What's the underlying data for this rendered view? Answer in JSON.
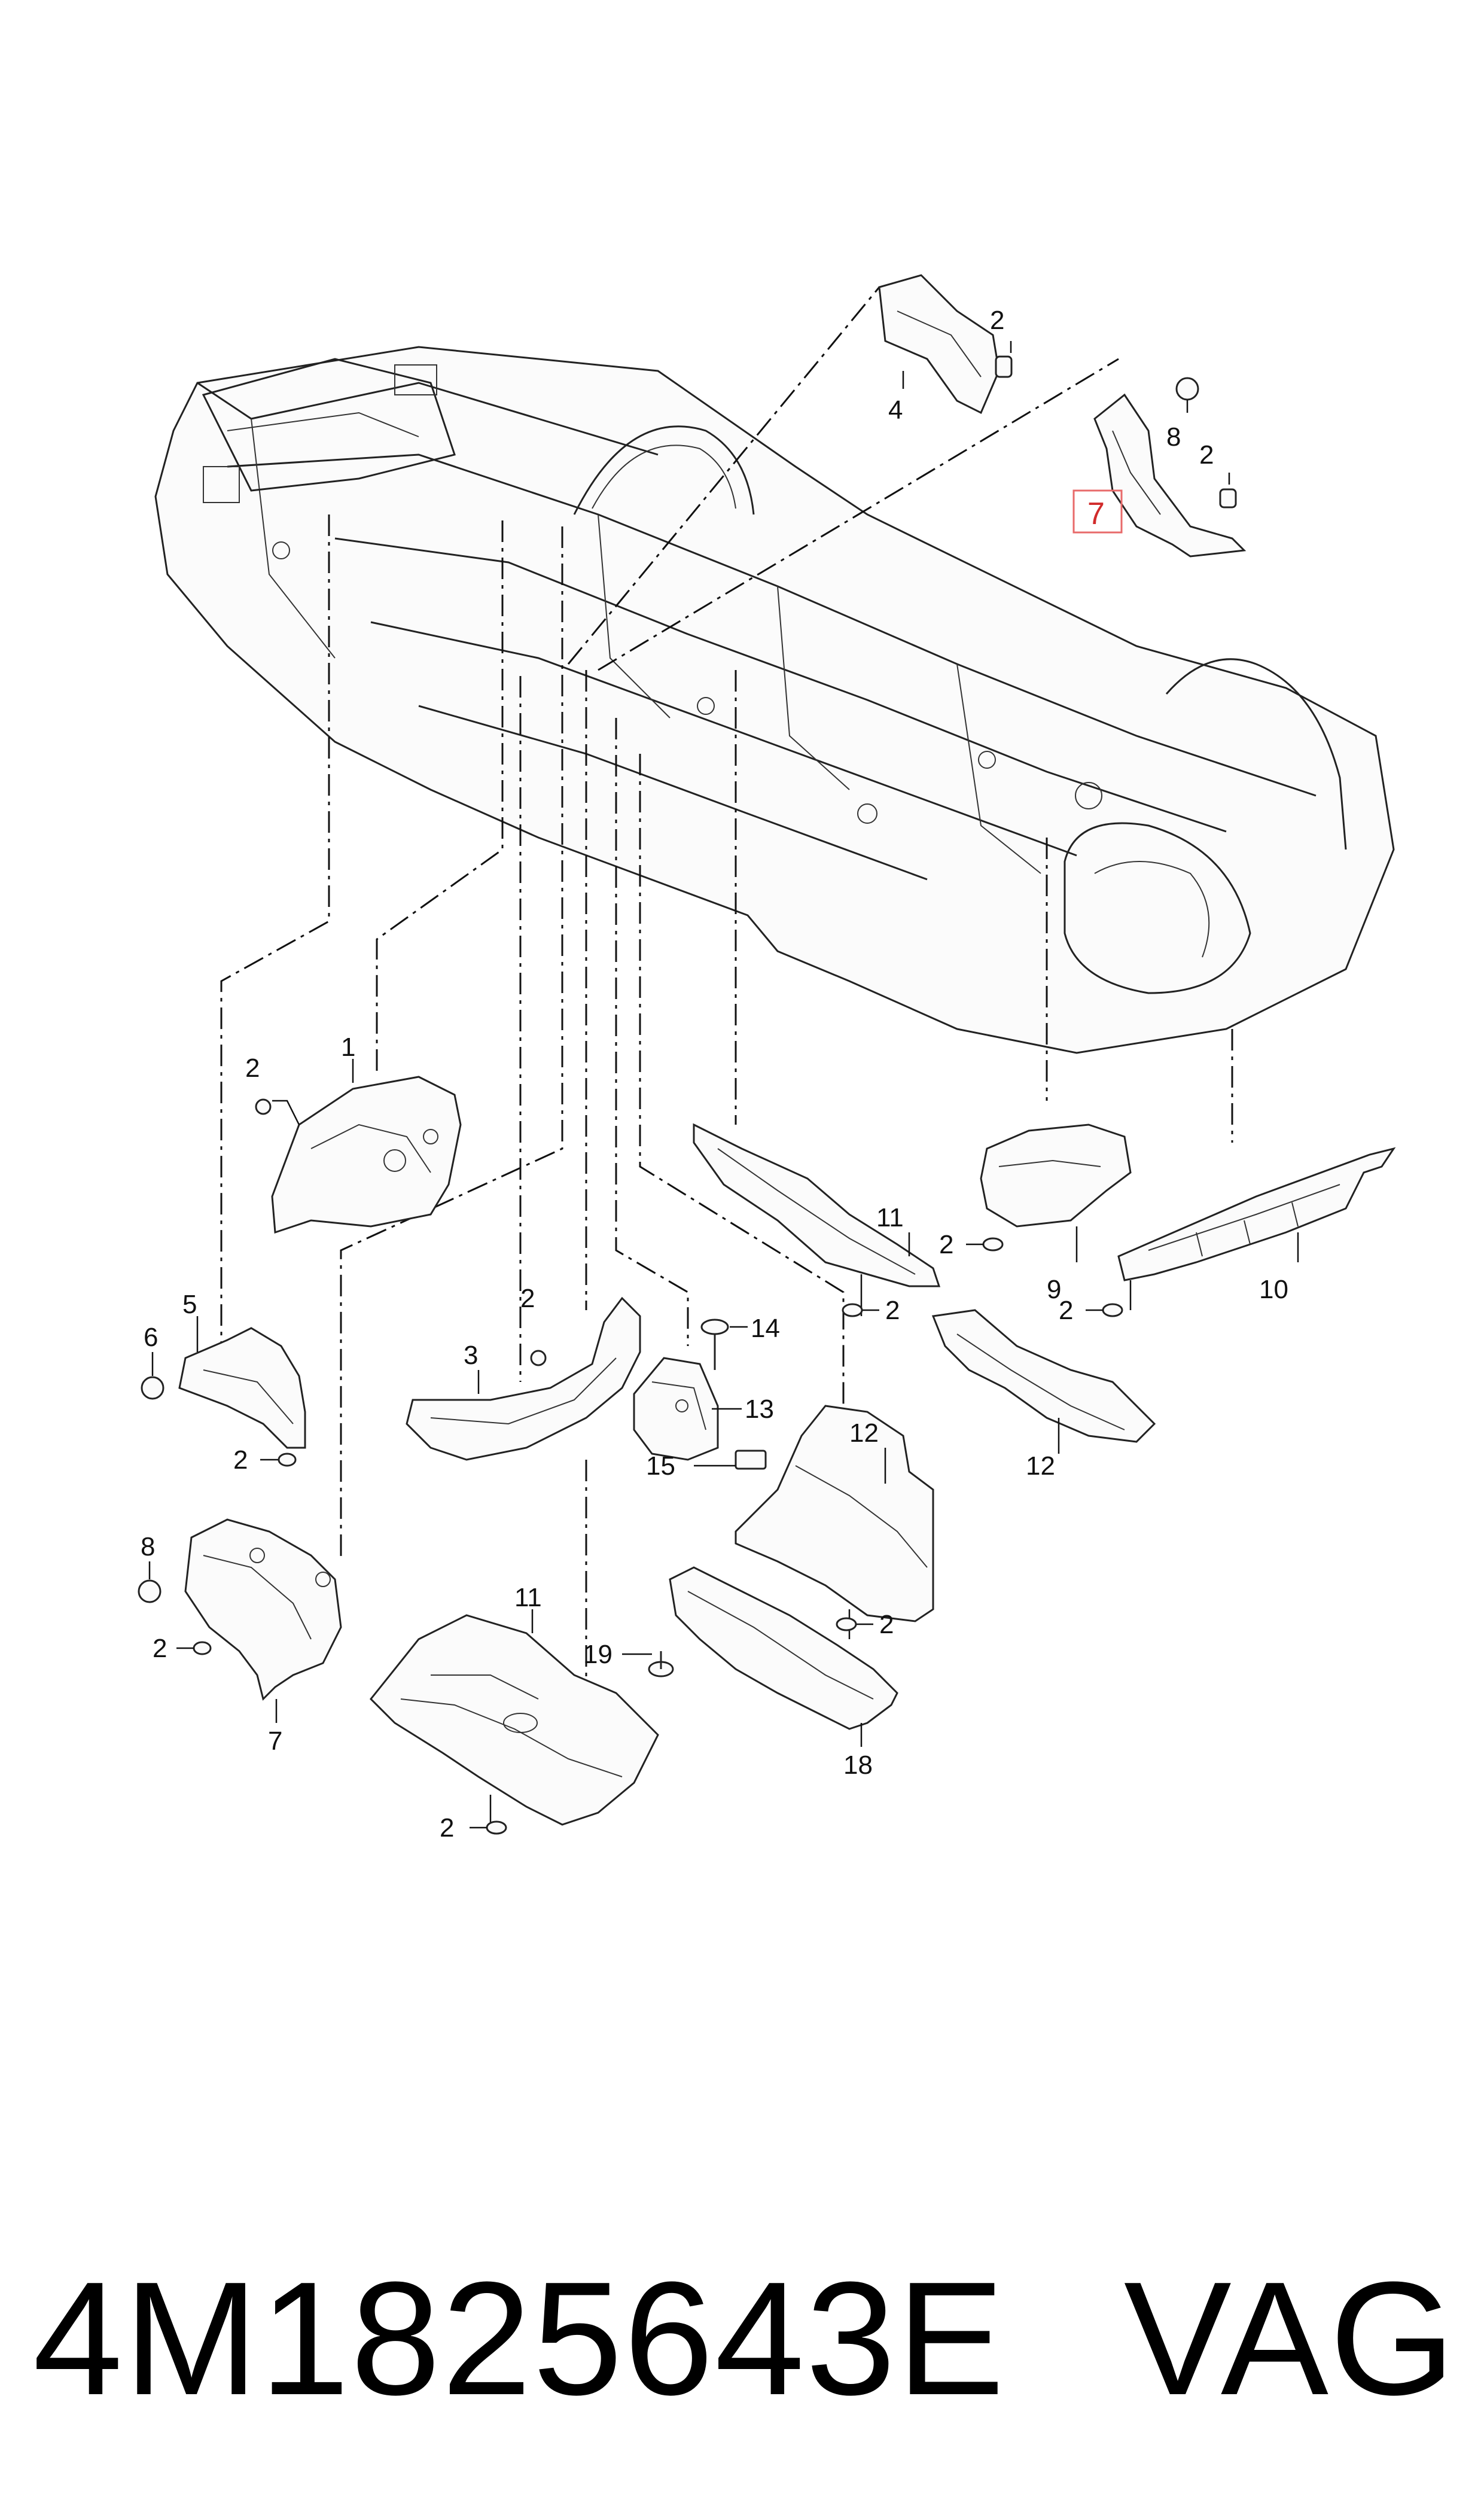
{
  "diagram": {
    "highlighted_part": "7",
    "callouts": {
      "c1": "1",
      "c2a": "2",
      "c2b": "2",
      "c2c": "2",
      "c2d": "2",
      "c2e": "2",
      "c2f": "2",
      "c2g": "2",
      "c2h": "2",
      "c2i": "2",
      "c2j": "2",
      "c2k": "2",
      "c3": "3",
      "c4": "4",
      "c5": "5",
      "c6": "6",
      "c7a": "7",
      "c7b": "7",
      "c8a": "8",
      "c8b": "8",
      "c9": "9",
      "c10": "10",
      "c11a": "11",
      "c11b": "11",
      "c12a": "12",
      "c12b": "12",
      "c13": "13",
      "c14": "14",
      "c15": "15",
      "c18": "18",
      "c19": "19"
    }
  },
  "footer": {
    "part_number": "4M1825643E",
    "brand": "VAG"
  },
  "colors": {
    "highlight": "#e86a6a",
    "line": "#222222"
  }
}
